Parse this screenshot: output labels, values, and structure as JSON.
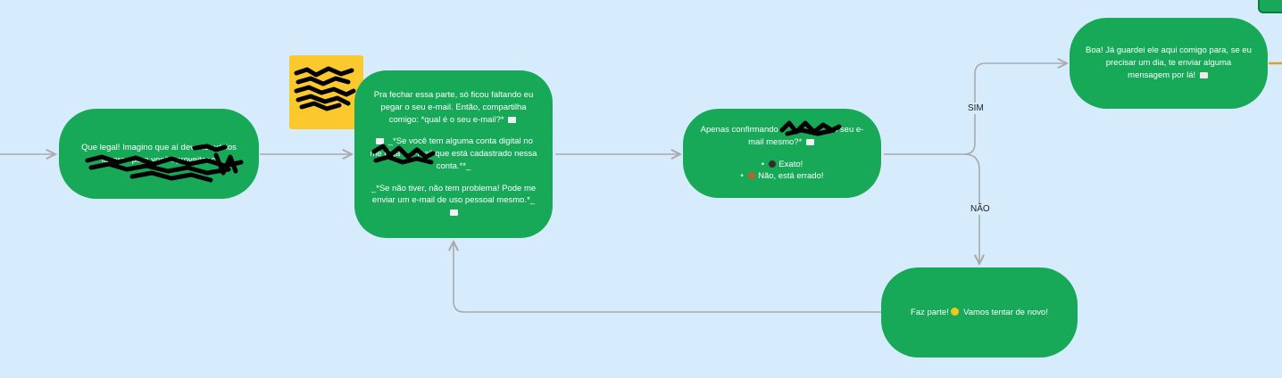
{
  "colors": {
    "background": "#d6ecfc",
    "node_fill": "#17a858",
    "node_text": "#ffffff",
    "connector": "#aaaaaa",
    "sticky_note": "#fbc92e",
    "offscreen_connector": "#e0a31f",
    "offscreen_shape": "#17a858",
    "redaction": "#000000"
  },
  "nodes": {
    "n1": {
      "line1": "Que legal! Imagino que aí deve ter vários",
      "line2": "lugares para você aproveitar o"
    },
    "n2": {
      "para1": "Pra fechar essa parte, só ficou faltando eu pegar o seu e-mail. Então, compartilha comigo: *qual é o seu e-mail?*",
      "para2a": "_*Se você tem alguma conta digital no",
      "para2b": "me diga o e-mail que está cadastrado nessa conta.**_",
      "para3": "_*Se não tiver, não tem problema! Pode me enviar um e-mail de uso pessoal mesmo.*_"
    },
    "n3": {
      "text_a": "Apenas confirmando",
      "text_b": "é o seu e-mail mesmo?*",
      "option_yes": "Exato!",
      "option_no": "Não, está errado!"
    },
    "n4": {
      "text": "Boa! Já guardei ele aqui comigo para, se eu precisar um dia, te enviar alguma mensagem por lá!"
    },
    "n5": {
      "text": "Faz parte!",
      "text2": "Vamos tentar de novo!"
    }
  },
  "edges": {
    "sim_label": "SIM",
    "nao_label": "NÃO"
  },
  "icons": {
    "email": "envelope-icon",
    "message": "incoming-envelope-icon",
    "heart_mail": "love-letter-icon",
    "yes_dot": "dark-circle-icon",
    "no_dot": "brown-circle-icon",
    "smile": "relieved-face-icon"
  }
}
